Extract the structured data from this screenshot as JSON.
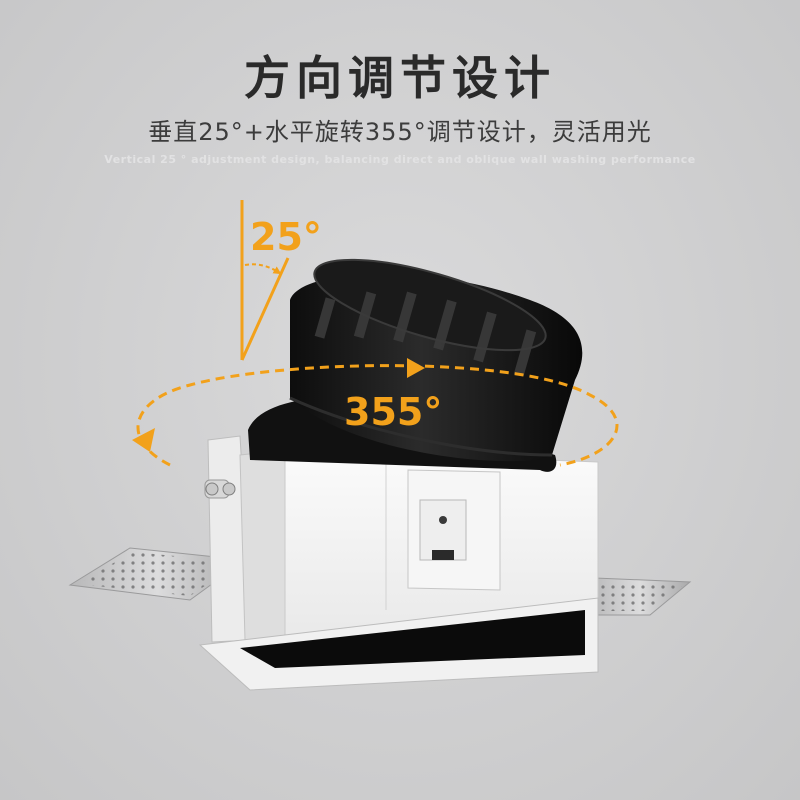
{
  "header": {
    "title": "方向调节设计",
    "subtitle": "垂直25°+水平旋转355°调节设计，灵活用光",
    "caption": "Vertical 25 ° adjustment design, balancing direct and oblique wall washing performance"
  },
  "annotations": {
    "vertical_angle": "25°",
    "horizontal_angle": "355°"
  },
  "colors": {
    "accent": "#f2a11b",
    "background": "#cfcfd0",
    "housing": "#f4f4f4",
    "lamp_body": "#151515"
  },
  "icons": {
    "product": "recessed-spotlight-illustration"
  }
}
